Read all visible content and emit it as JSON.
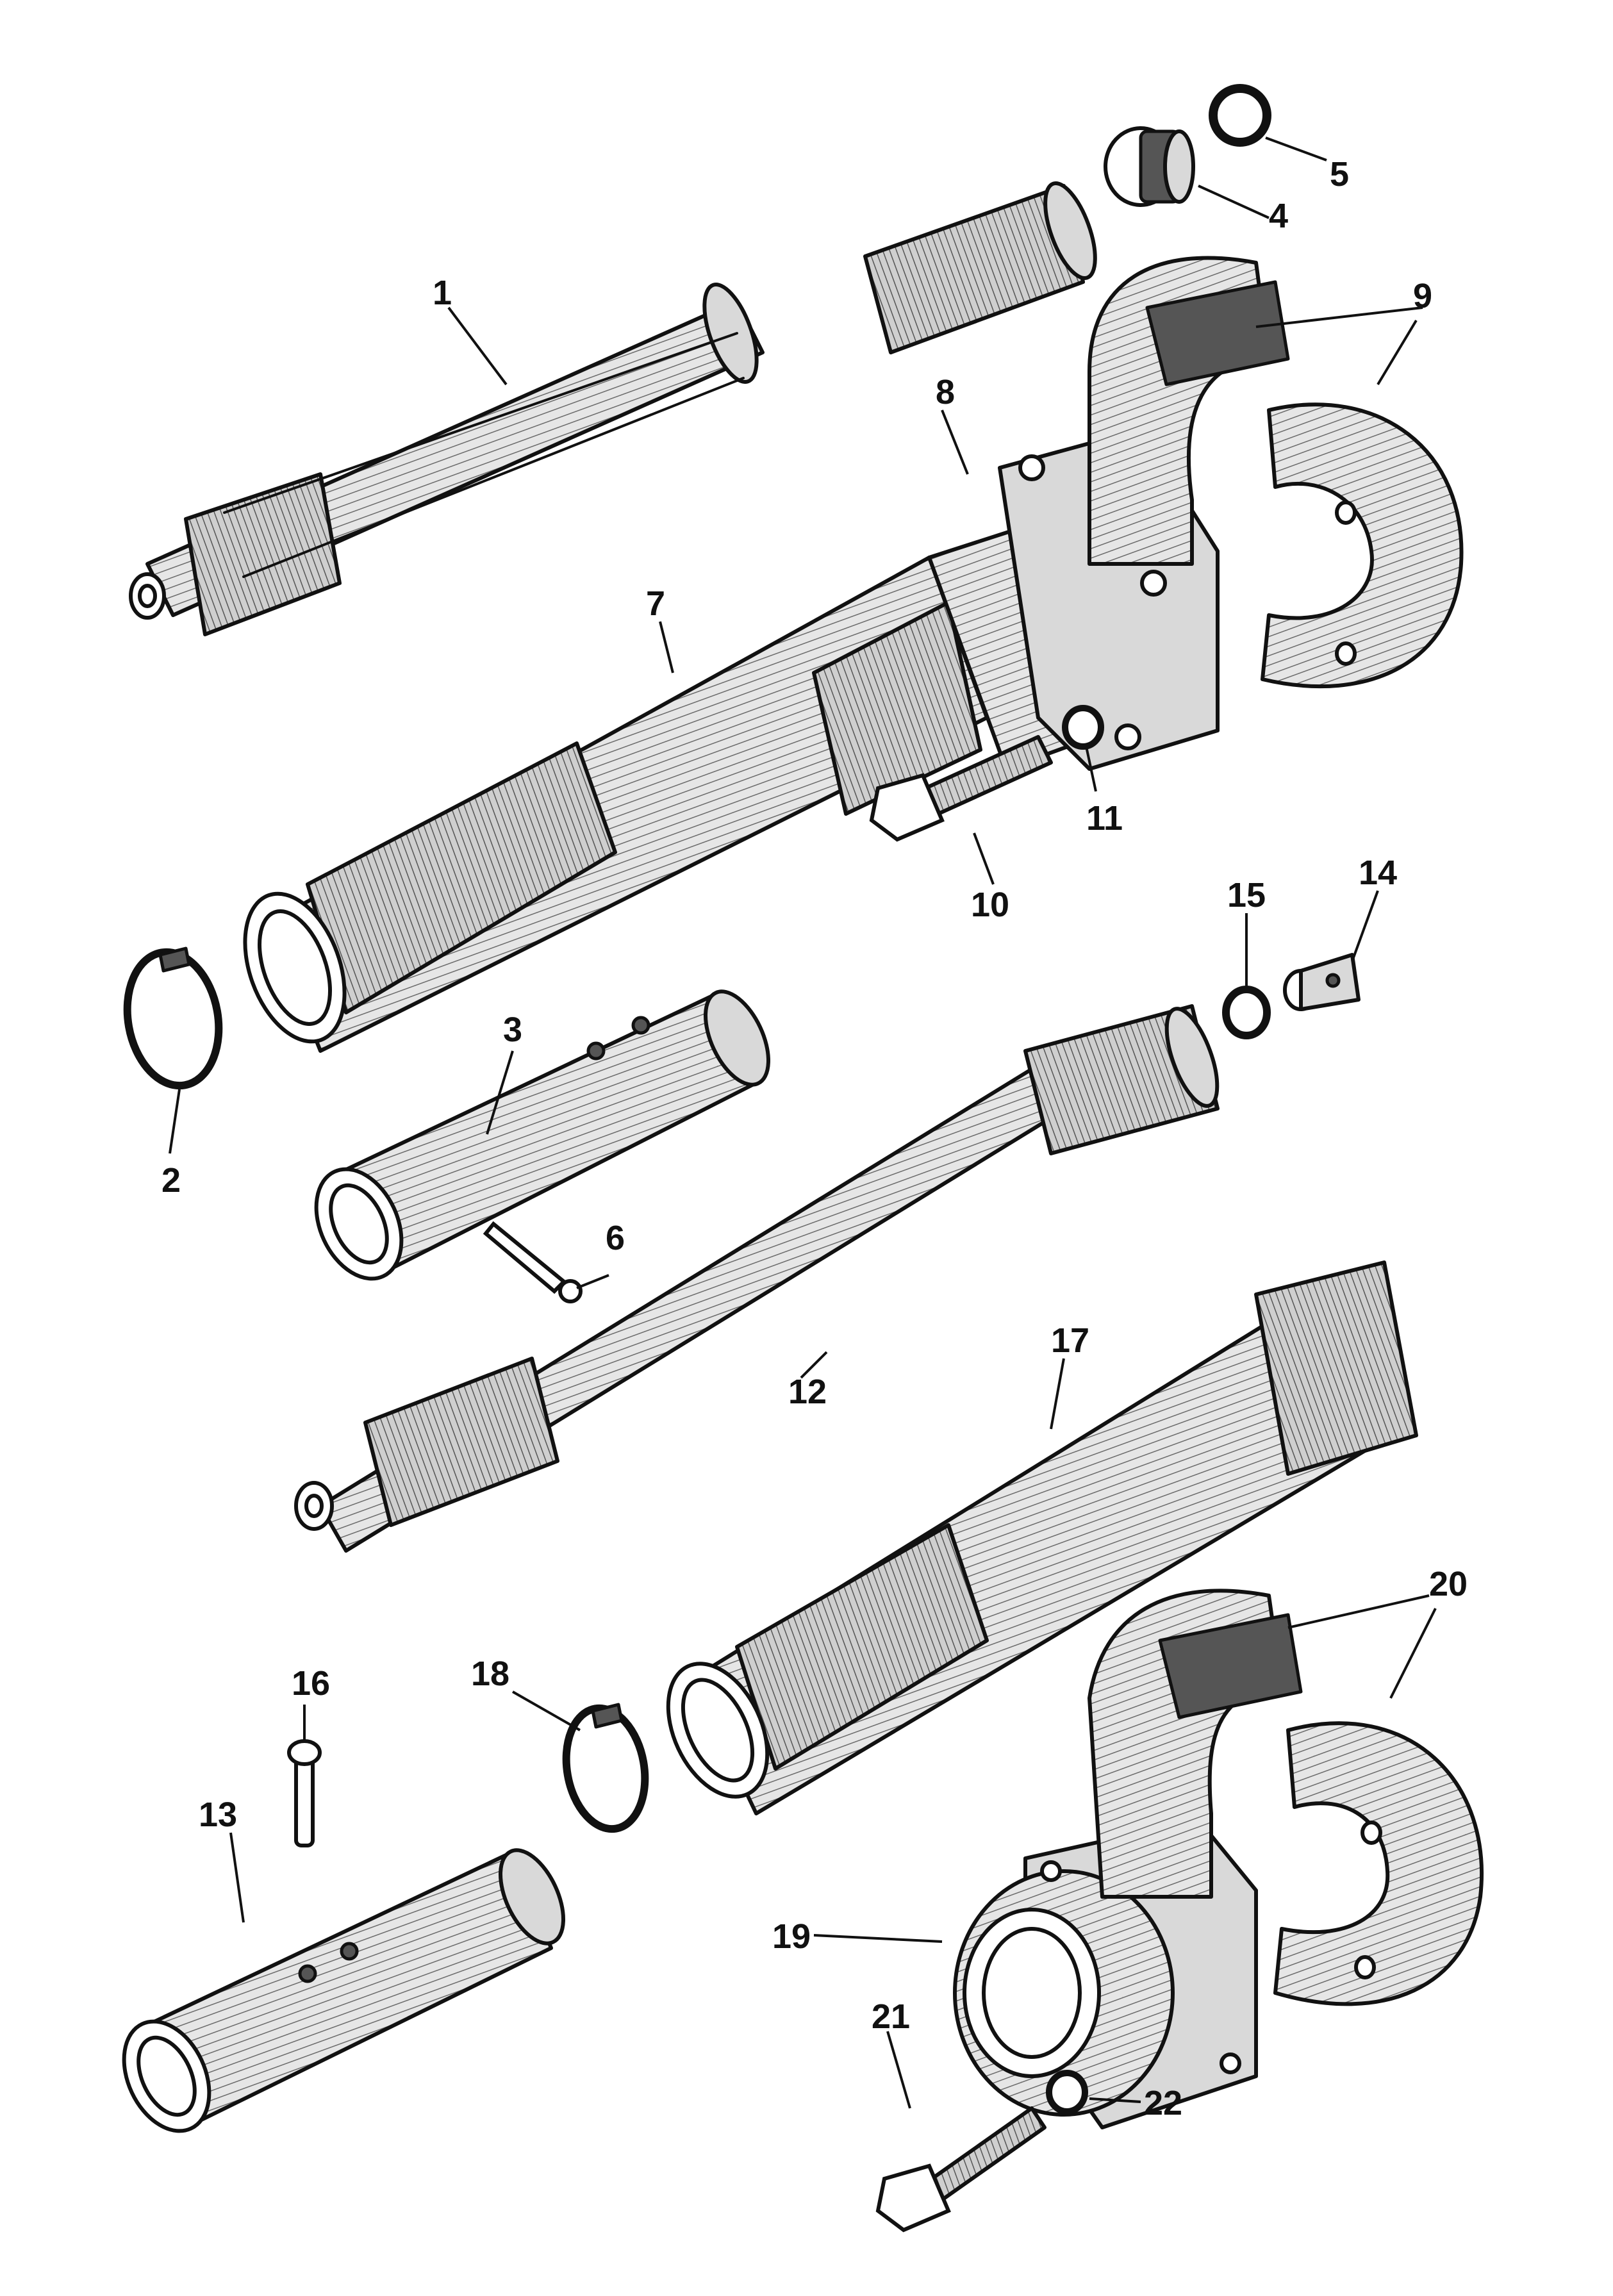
{
  "figure": {
    "callouts": {
      "c1": "1",
      "c2": "2",
      "c3": "3",
      "c4": "4",
      "c5": "5",
      "c6": "6",
      "c7": "7",
      "c8": "8",
      "c9": "9",
      "c10": "10",
      "c11": "11",
      "c12": "12",
      "c13": "13",
      "c14": "14",
      "c15": "15",
      "c16": "16",
      "c17": "17",
      "c18": "18",
      "c19": "19",
      "c20": "20",
      "c21": "21",
      "c22": "22"
    }
  }
}
